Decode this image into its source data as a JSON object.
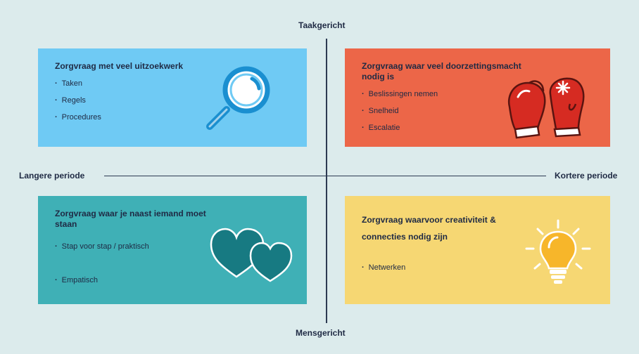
{
  "axes": {
    "top": "Taakgericht",
    "bottom": "Mensgericht",
    "left": "Langere periode",
    "right": "Kortere periode"
  },
  "quadrants": {
    "top_left": {
      "title": "Zorgvraag met veel uitzoekwerk",
      "items": [
        "Taken",
        "Regels",
        "Procedures"
      ],
      "icon": "magnifier-icon",
      "color": "#6fcaf4"
    },
    "top_right": {
      "title": "Zorgvraag waar veel doorzettingsmacht nodig is",
      "items": [
        "Beslissingen nemen",
        "Snelheid",
        "Escalatie"
      ],
      "icon": "boxing-gloves-icon",
      "color": "#ec6648"
    },
    "bottom_left": {
      "title": "Zorgvraag waar je naast iemand moet staan",
      "items": [
        "Stap voor stap / praktisch",
        "Empatisch"
      ],
      "icon": "hearts-icon",
      "color": "#3fb0b6"
    },
    "bottom_right": {
      "title": "Zorgvraag waarvoor creativiteit & connecties nodig zijn",
      "items": [
        "Netwerken"
      ],
      "icon": "lightbulb-icon",
      "color": "#f6d773"
    }
  }
}
